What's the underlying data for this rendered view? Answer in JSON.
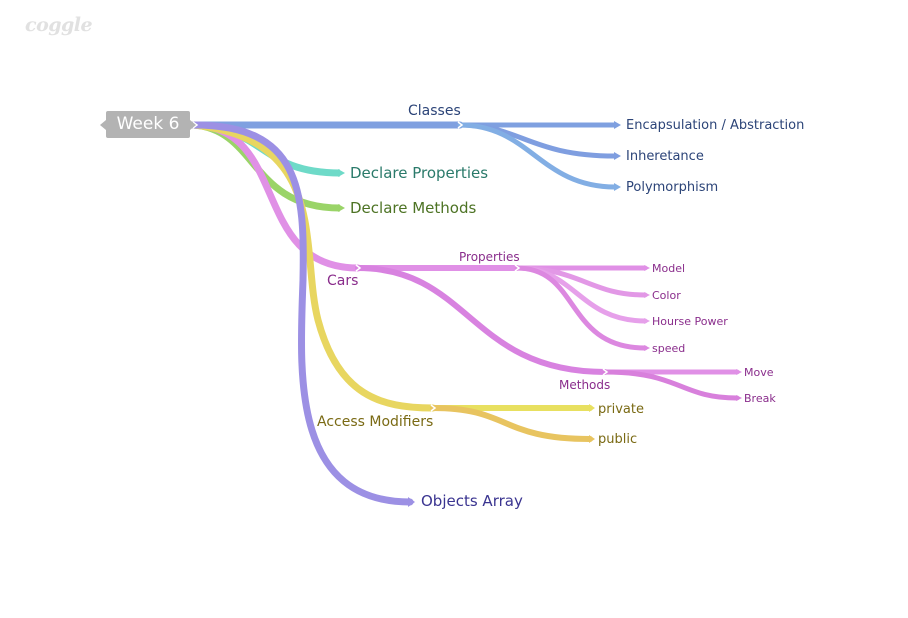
{
  "app": {
    "logo": "coggle"
  },
  "root": {
    "label": "Week 6"
  },
  "nodes": {
    "classes": {
      "label": "Classes",
      "children": [
        "Encapsulation / Abstraction",
        "Inheretance",
        "Polymorphism"
      ]
    },
    "declare_properties": {
      "label": "Declare Properties"
    },
    "declare_methods": {
      "label": "Declare Methods"
    },
    "cars": {
      "label": "Cars",
      "properties": {
        "label": "Properties",
        "children": [
          "Model",
          "Color",
          "Hourse Power",
          "speed"
        ]
      },
      "methods": {
        "label": "Methods",
        "children": [
          "Move",
          "Break"
        ]
      }
    },
    "access_modifiers": {
      "label": "Access Modifiers",
      "children": [
        "private",
        "public"
      ]
    },
    "objects_array": {
      "label": "Objects Array"
    }
  },
  "colors": {
    "root_box": "#b3b3b3",
    "classes_branch": "#7fa0e0",
    "declare_properties_branch": "#6edac8",
    "declare_methods_branch": "#9ad468",
    "cars_branch": "#e090e6",
    "access_modifiers_branch": "#e8d660",
    "objects_array_branch": "#9c90e4"
  }
}
